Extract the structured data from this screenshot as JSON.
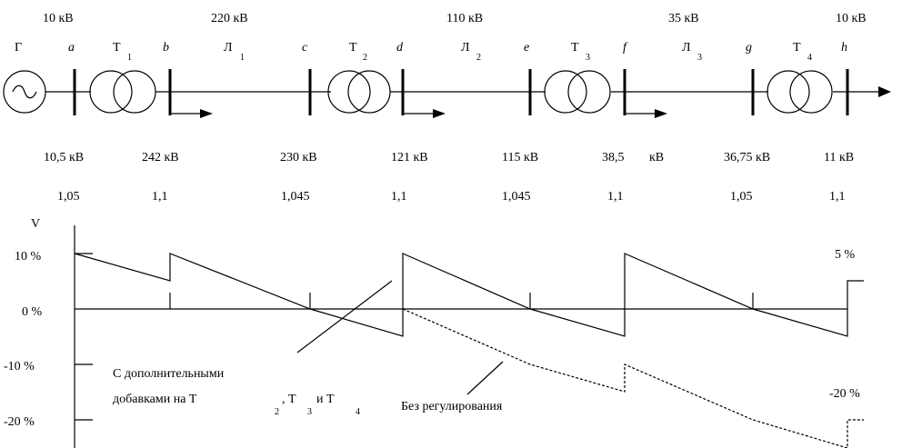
{
  "diagram": {
    "nominal_voltages": [
      "10 кВ",
      "220 кВ",
      "110 кВ",
      "35 кВ",
      "10 кВ"
    ],
    "generator_label": "Г",
    "nodes": [
      "a",
      "b",
      "c",
      "d",
      "e",
      "f",
      "g",
      "h"
    ],
    "transformers": [
      {
        "name": "Т",
        "index": "1"
      },
      {
        "name": "Т",
        "index": "2"
      },
      {
        "name": "Т",
        "index": "3"
      },
      {
        "name": "Т",
        "index": "4"
      }
    ],
    "lines": [
      {
        "name": "Л",
        "index": "1"
      },
      {
        "name": "Л",
        "index": "2"
      },
      {
        "name": "Л",
        "index": "3"
      }
    ],
    "node_voltages": [
      "10,5 кВ",
      "242 кВ",
      "230 кВ",
      "121 кВ",
      "115 кВ",
      "38,5",
      "кВ",
      "36,75 кВ",
      "11 кВ"
    ],
    "ratios": [
      "1,05",
      "1,1",
      "1,045",
      "1,1",
      "1,045",
      "1,1",
      "1,05",
      "1,1"
    ]
  },
  "plot": {
    "y_axis_label": "V",
    "y_ticks": [
      "10 %",
      "0 %",
      "-10 %",
      "-20 %"
    ],
    "right_labels": {
      "top": "5 %",
      "bottom": "-20 %"
    },
    "annotation_with": "С дополнительными",
    "annotation_with_2": "добавками на  Т",
    "annotation_with_3_sub_t2": "2",
    "annotation_with_3_t3": ", Т",
    "annotation_with_3_sub_t3": "3",
    "annotation_with_3_and": "и Т",
    "annotation_with_3_sub_t4": "4",
    "annotation_without": "Без регулирования"
  }
}
